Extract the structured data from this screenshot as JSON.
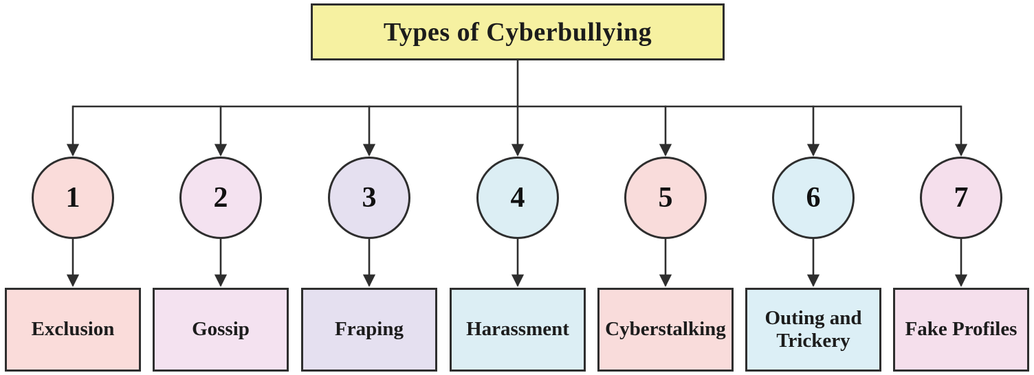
{
  "diagram": {
    "title": "Types of Cyberbullying",
    "title_bg": "#f6f1a1",
    "line_color": "#2e2e2e",
    "nodes": [
      {
        "number": "1",
        "label": "Exclusion",
        "color": "#fadcda"
      },
      {
        "number": "2",
        "label": "Gossip",
        "color": "#f4e2f0"
      },
      {
        "number": "3",
        "label": "Fraping",
        "color": "#e5e0f0"
      },
      {
        "number": "4",
        "label": "Harassment",
        "color": "#dceef4"
      },
      {
        "number": "5",
        "label": "Cyberstalking",
        "color": "#f9dcdb"
      },
      {
        "number": "6",
        "label": "Outing and Trickery",
        "color": "#dceff6"
      },
      {
        "number": "7",
        "label": "Fake Profiles",
        "color": "#f5dfec"
      }
    ]
  }
}
